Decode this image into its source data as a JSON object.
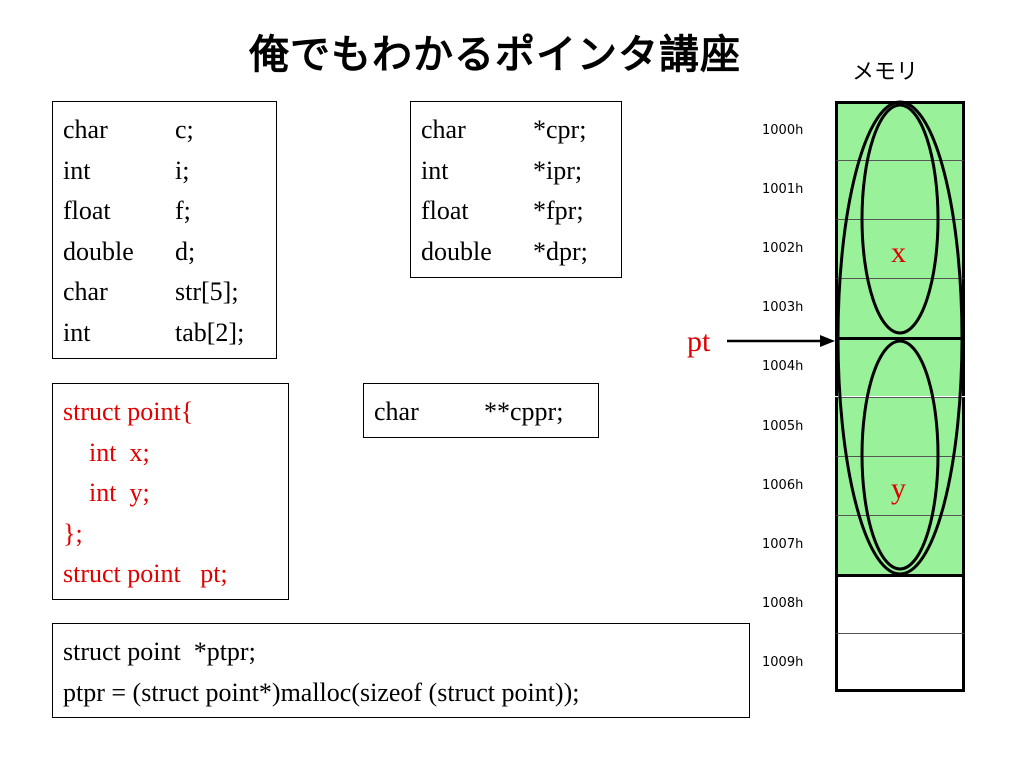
{
  "title": "俺でもわかるポインタ講座",
  "memory_title": "メモリ",
  "box_vars": [
    {
      "type": "char",
      "name": "c;"
    },
    {
      "type": "int",
      "name": "i;"
    },
    {
      "type": "float",
      "name": "f;"
    },
    {
      "type": "double",
      "name": "d;"
    },
    {
      "type": "char",
      "name": "str[5];"
    },
    {
      "type": "int",
      "name": "tab[2];"
    }
  ],
  "box_ptrs": [
    {
      "type": "char",
      "name": "*cpr;"
    },
    {
      "type": "int",
      "name": "*ipr;"
    },
    {
      "type": "float",
      "name": "*fpr;"
    },
    {
      "type": "double",
      "name": "*dpr;"
    }
  ],
  "box_struct": [
    "struct point{",
    "    int  x;",
    "    int  y;",
    "};",
    "struct point   pt;"
  ],
  "box_cppr": {
    "type": "char",
    "name": "**cppr;"
  },
  "box_malloc": [
    "struct point  *ptpr;",
    "ptpr = (struct point*)malloc(sizeof (struct point));"
  ],
  "memory": {
    "addresses": [
      "1000h",
      "1001h",
      "1002h",
      "1003h",
      "1004h",
      "1005h",
      "1006h",
      "1007h",
      "1008h",
      "1009h"
    ],
    "highlight_color": "#99f199",
    "highlighted_cells": 8
  },
  "labels": {
    "x": "x",
    "y": "y",
    "pt": "pt"
  },
  "accent_color": "#e00000"
}
